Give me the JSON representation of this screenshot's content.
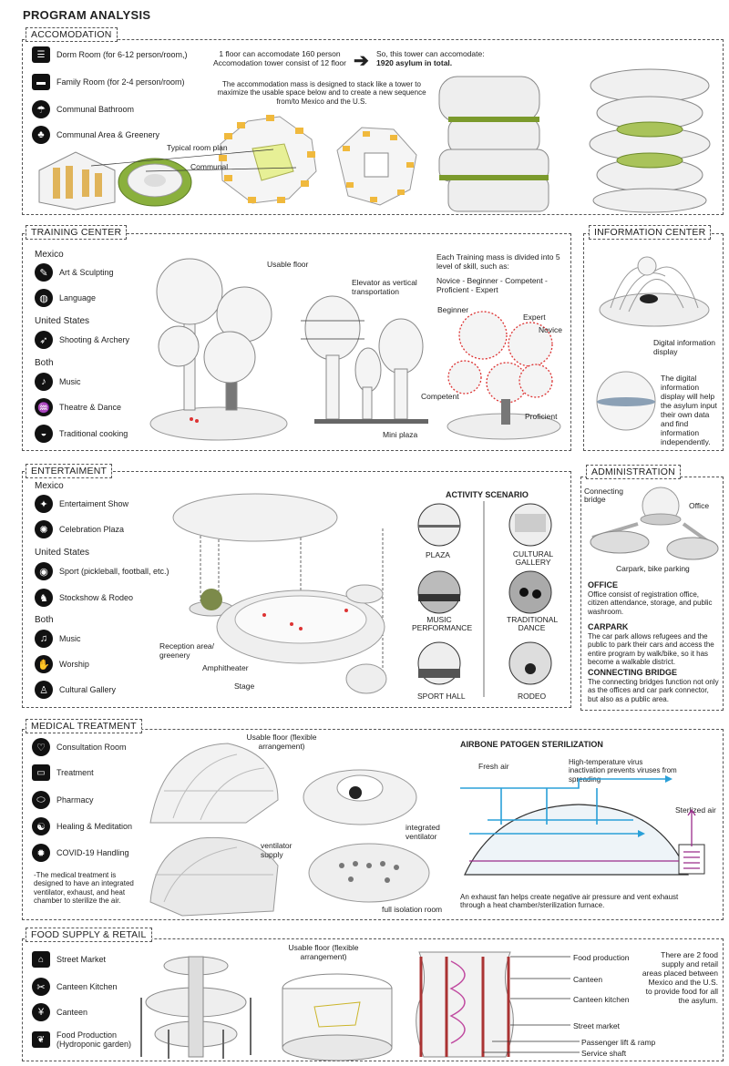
{
  "title": "PROGRAM ANALYSIS",
  "accomodation": {
    "tag": "ACCOMODATION",
    "items": [
      {
        "label": "Dorm Room (for 6-12 person/room,)",
        "icon": "bunk-bed-icon"
      },
      {
        "label": "Family Room (for 2-4 person/room)",
        "icon": "bed-icon"
      },
      {
        "label": "Communal Bathroom",
        "icon": "shower-icon"
      },
      {
        "label": "Communal Area & Greenery",
        "icon": "park-icon"
      }
    ],
    "capacity_line1": "1 floor can accomodate 160 person",
    "capacity_line2": "Accomodation tower consist of 12 floor",
    "result_line1": "So, this tower can accomodate:",
    "result_line2": "1920 asylum in total.",
    "description": "The accommodation mass is designed to stack like a tower to maximize the usable space below and to create a new sequence from/to Mexico and the U.S.",
    "label_typical": "Typical room plan",
    "label_communal": "Communal"
  },
  "training": {
    "tag": "TRAINING CENTER",
    "group_mexico": "Mexico",
    "group_us": "United States",
    "group_both": "Both",
    "mexico_items": [
      {
        "label": "Art & Sculpting",
        "icon": "palette-icon"
      },
      {
        "label": "Language",
        "icon": "globe-icon"
      }
    ],
    "us_items": [
      {
        "label": "Shooting & Archery",
        "icon": "archery-icon"
      }
    ],
    "both_items": [
      {
        "label": "Music",
        "icon": "music-note-icon"
      },
      {
        "label": "Theatre & Dance",
        "icon": "dance-icon"
      },
      {
        "label": "Traditional cooking",
        "icon": "pot-icon"
      }
    ],
    "label_usable": "Usable floor",
    "label_elevator": "Elevator as vertical transportation",
    "label_mini_plaza": "Mini plaza",
    "skill_text_1": "Each Training mass is divided into 5 level of skill, such as:",
    "skill_text_2": "Novice - Beginner - Competent - Proficient - Expert",
    "skill_labels": [
      "Beginner",
      "Expert",
      "Novice",
      "Competent",
      "Proficient"
    ]
  },
  "information": {
    "tag": "INFORMATION CENTER",
    "label_display": "Digital information display",
    "description": "The digital information display will help the asylum input their own data and find information independently."
  },
  "entertainment": {
    "tag": "ENTERTAIMENT",
    "group_mexico": "Mexico",
    "group_us": "United States",
    "group_both": "Both",
    "mexico_items": [
      {
        "label": "Entertaiment Show",
        "icon": "show-icon"
      },
      {
        "label": "Celebration Plaza",
        "icon": "celebration-icon"
      }
    ],
    "us_items": [
      {
        "label": "Sport (pickleball, football, etc.)",
        "icon": "ball-icon"
      },
      {
        "label": "Stockshow & Rodeo",
        "icon": "horse-icon"
      }
    ],
    "both_items": [
      {
        "label": "Music",
        "icon": "music-note-icon"
      },
      {
        "label": "Worship",
        "icon": "praying-hands-icon"
      },
      {
        "label": "Cultural Gallery",
        "icon": "gallery-icon"
      }
    ],
    "label_reception": "Reception area/ greenery",
    "label_amphitheater": "Amphitheater",
    "label_stage": "Stage",
    "scenario_title": "ACTIVITY SCENARIO",
    "scenarios": [
      "PLAZA",
      "CULTURAL GALLERY",
      "MUSIC PERFORMANCE",
      "TRADITIONAL DANCE",
      "SPORT HALL",
      "RODEO"
    ]
  },
  "administration": {
    "tag": "ADMINISTRATION",
    "label_bridge": "Connecting bridge",
    "label_office": "Office",
    "label_carpark": "Carpark, bike parking",
    "office_head": "OFFICE",
    "office_text": "Office consist of registration office, citizen attendance, storage, and public washroom.",
    "carpark_head": "CARPARK",
    "carpark_text": "The car park allows refugees and the public to park their cars and access the entire program by walk/bike, so it has become a walkable district.",
    "bridge_head": "CONNECTING BRIDGE",
    "bridge_text": "The connecting bridges function not only as the offices and car park connector, but also as a public area."
  },
  "medical": {
    "tag": "MEDICAL TREATMENT",
    "items": [
      {
        "label": "Consultation Room",
        "icon": "stethoscope-icon"
      },
      {
        "label": "Treatment",
        "icon": "hospital-bed-icon"
      },
      {
        "label": "Pharmacy",
        "icon": "pill-icon"
      },
      {
        "label": "Healing & Meditation",
        "icon": "meditation-icon"
      },
      {
        "label": "COVID-19 Handling",
        "icon": "virus-icon"
      }
    ],
    "description": "-The medical treatment is designed to have an integrated ventilator, exhaust, and heat chamber to sterilize the air.",
    "label_usable": "Usable floor (flexible arrangement)",
    "label_ventilator": "integrated ventilator",
    "label_supply": "ventilator supply",
    "label_isolation": "full isolation room",
    "sterilization_title": "AIRBONE PATOGEN STERILIZATION",
    "label_fresh": "Fresh air",
    "label_high_temp": "High-temperature virus inactivation prevents viruses from spreading",
    "label_sterilized": "Sterlized air",
    "exhaust_text": "An exhaust fan helps create negative air pressure and vent exhaust through a heat chamber/sterilization furnace."
  },
  "food": {
    "tag": "FOOD SUPPLY & RETAIL",
    "items": [
      {
        "label": "Street Market",
        "icon": "market-icon"
      },
      {
        "label": "Canteen Kitchen",
        "icon": "kitchen-icon"
      },
      {
        "label": "Canteen",
        "icon": "cutlery-icon"
      },
      {
        "label": "Food Production (Hydroponic garden)",
        "icon": "plant-icon"
      }
    ],
    "label_usable": "Usable floor (flexible arrangement)",
    "section_labels": [
      "Food production",
      "Canteen",
      "Canteen kitchen",
      "Street market",
      "Passenger lift & ramp",
      "Service shaft"
    ],
    "description": "There are 2 food supply and retail areas placed between Mexico and the U.S. to provide food for all the asylum."
  }
}
